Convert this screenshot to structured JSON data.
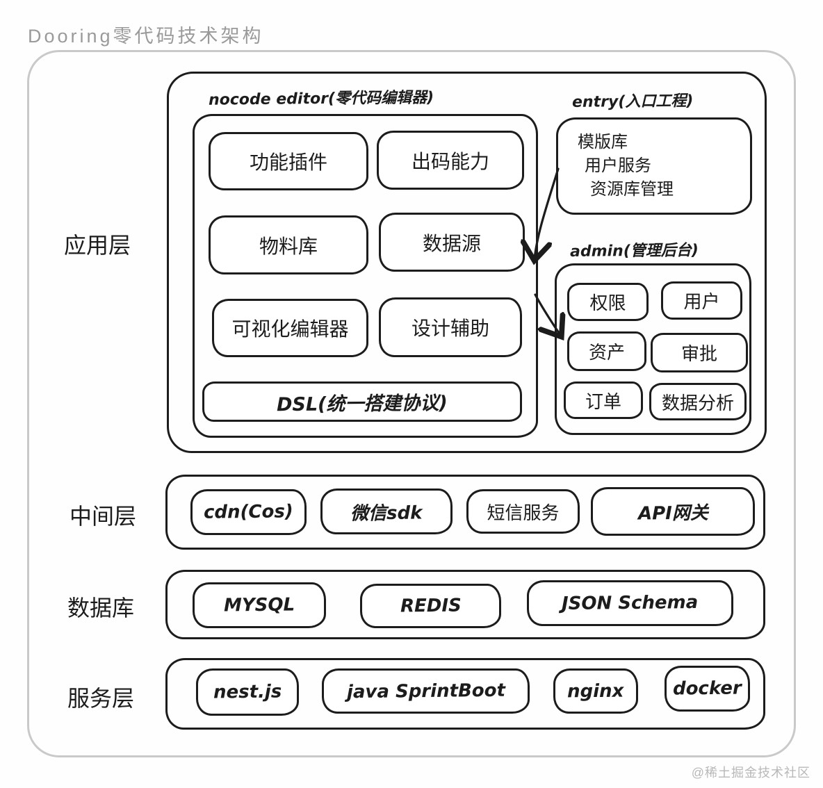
{
  "page": {
    "title": "Dooring零代码技术架构",
    "watermark": "@稀土掘金技术社区"
  },
  "layers": {
    "application": {
      "label": "应用层",
      "nocode_editor": {
        "title": "nocode editor(零代码编辑器)",
        "items": [
          "功能插件",
          "出码能力",
          "物料库",
          "数据源",
          "可视化编辑器",
          "设计辅助"
        ],
        "dsl": "DSL(统一搭建协议)"
      },
      "entry": {
        "title": "entry(入口工程)",
        "items": [
          "模版库",
          "用户服务",
          "资源库管理"
        ]
      },
      "admin": {
        "title": "admin(管理后台)",
        "items": [
          "权限",
          "用户",
          "资产",
          "审批",
          "订单",
          "数据分析"
        ]
      }
    },
    "middleware": {
      "label": "中间层",
      "items": [
        "cdn(Cos)",
        "微信sdk",
        "短信服务",
        "API网关"
      ]
    },
    "database": {
      "label": "数据库",
      "items": [
        "MYSQL",
        "REDIS",
        "JSON Schema"
      ]
    },
    "service": {
      "label": "服务层",
      "items": [
        "nest.js",
        "java SprintBoot",
        "nginx",
        "docker"
      ]
    }
  },
  "colors": {
    "ink": "#1c1c1c",
    "outer_frame": "#c9c9c9",
    "title_gray": "#9a9a9a",
    "watermark_gray": "#b8b8b8"
  }
}
